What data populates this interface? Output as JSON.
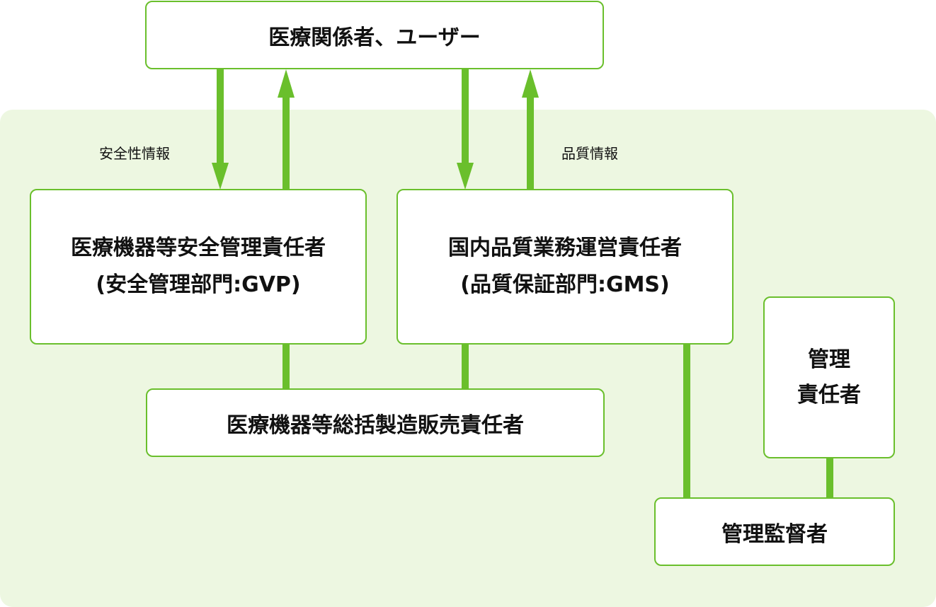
{
  "diagram": {
    "accent_color": "#6abf2c",
    "panel_color": "#edf7e1",
    "nodes": {
      "users": {
        "text": "医療関係者、ユーザー"
      },
      "safety_manager": {
        "line1": "医療機器等安全管理責任者",
        "line2": "(安全管理部門:GVP)"
      },
      "quality_manager": {
        "line1": "国内品質業務運営責任者",
        "line2": "(品質保証部門:GMS)"
      },
      "general_manager": {
        "text": "医療機器等総括製造販売責任者"
      },
      "management_responsible": {
        "line1": "管理",
        "line2": "責任者"
      },
      "management_supervisor": {
        "text": "管理監督者"
      }
    },
    "edge_labels": {
      "safety_info": "安全性情報",
      "quality_info": "品質情報"
    },
    "edges": [
      {
        "from": "users",
        "to": "safety_manager",
        "type": "arrow",
        "label": "安全性情報"
      },
      {
        "from": "safety_manager",
        "to": "users",
        "type": "arrow",
        "label": "安全性情報"
      },
      {
        "from": "users",
        "to": "quality_manager",
        "type": "arrow",
        "label": "品質情報"
      },
      {
        "from": "quality_manager",
        "to": "users",
        "type": "arrow",
        "label": "品質情報"
      },
      {
        "from": "safety_manager",
        "to": "general_manager",
        "type": "line"
      },
      {
        "from": "quality_manager",
        "to": "general_manager",
        "type": "line"
      },
      {
        "from": "quality_manager",
        "to": "management_supervisor",
        "type": "line"
      },
      {
        "from": "management_responsible",
        "to": "management_supervisor",
        "type": "line"
      }
    ]
  }
}
